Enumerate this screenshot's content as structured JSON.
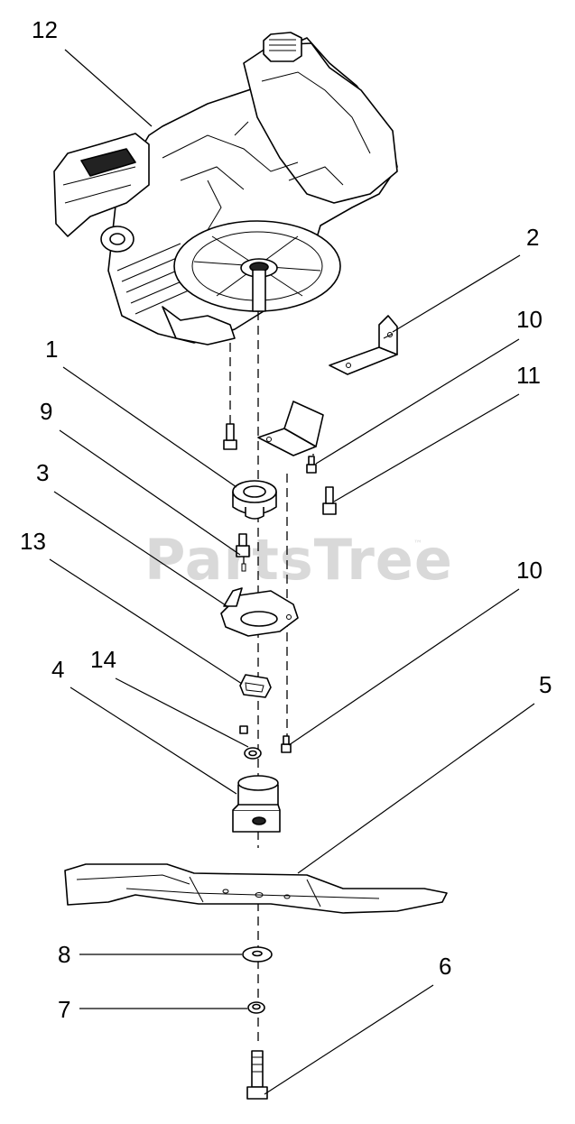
{
  "watermark": {
    "text": "PartsTree",
    "trademark": "™"
  },
  "callouts": {
    "c12": "12",
    "c2": "2",
    "c10a": "10",
    "c1": "1",
    "c11": "11",
    "c9": "9",
    "c3": "3",
    "c13": "13",
    "c10b": "10",
    "c14": "14",
    "c4": "4",
    "c5": "5",
    "c8": "8",
    "c6": "6",
    "c7": "7"
  },
  "parts": [
    "engine",
    "deflector-bracket",
    "bracket-screw",
    "blade-adapter-bushing",
    "adapter-bolt",
    "flat-washer",
    "adapter-clip",
    "key",
    "screw",
    "blade-adapter",
    "blade",
    "washer",
    "lock-washer",
    "blade-bolt"
  ]
}
